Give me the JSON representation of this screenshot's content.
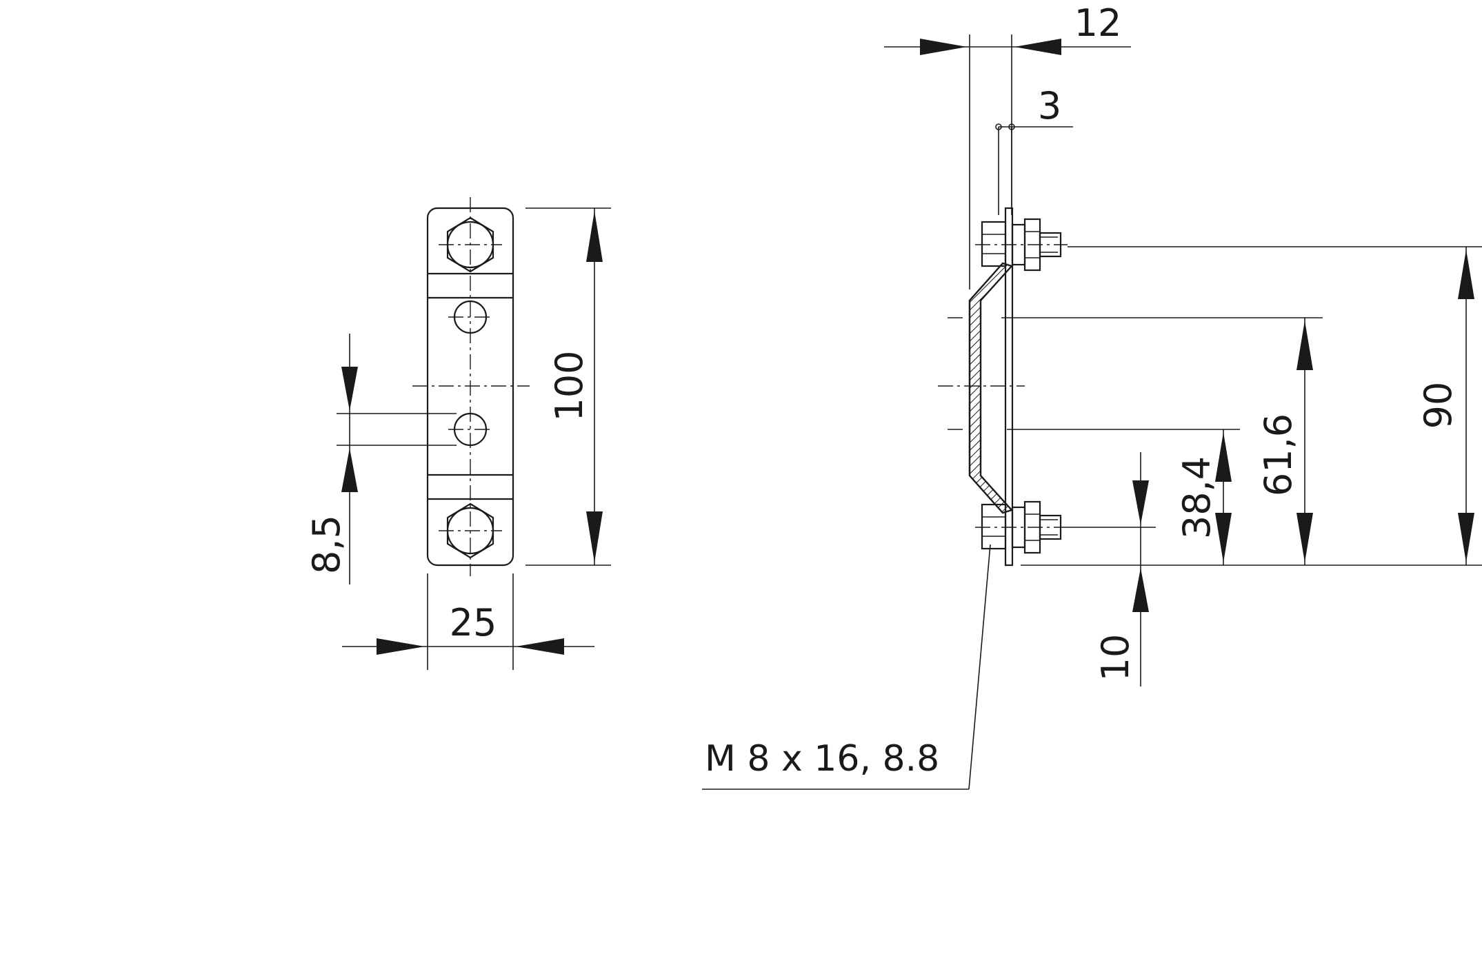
{
  "front_view": {
    "dim_height": "100",
    "dim_width": "25",
    "dim_hole_diameter": "8,5"
  },
  "side_view": {
    "dim_top_width": "12",
    "dim_thickness": "3",
    "dim_bolt_spacing": "90",
    "dim_outer_slot": "61,6",
    "dim_inner_slot": "38,4",
    "dim_offset": "10"
  },
  "bolt_note": "M 8 x 16,  8.8"
}
